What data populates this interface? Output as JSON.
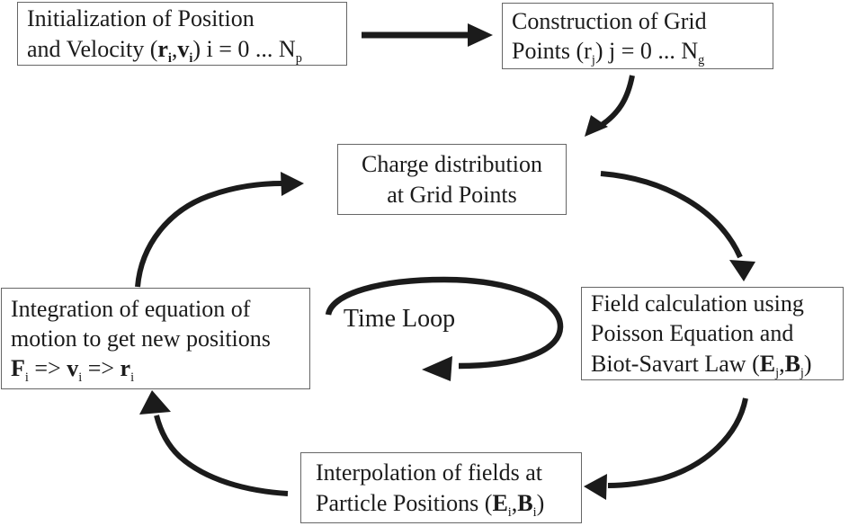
{
  "colors": {
    "background": "#ffffff",
    "text": "#1b1b1b",
    "arrow": "#1b1b1b",
    "box_border": "#666666"
  },
  "center_label": "Time Loop",
  "nodes": {
    "init": {
      "lines": [
        [
          {
            "t": "Initialization of Position"
          }
        ],
        [
          {
            "t": "and Velocity ("
          },
          {
            "t": "r",
            "b": true
          },
          {
            "t": "i",
            "b": true,
            "sub": true
          },
          {
            "t": ","
          },
          {
            "t": "v",
            "b": true
          },
          {
            "t": "i",
            "b": true,
            "sub": true
          },
          {
            "t": ") i = 0 ... N"
          },
          {
            "t": "p",
            "sub": true
          }
        ]
      ]
    },
    "grid": {
      "lines": [
        [
          {
            "t": "Construction of Grid"
          }
        ],
        [
          {
            "t": "Points (r"
          },
          {
            "t": "j",
            "sub": true
          },
          {
            "t": ") j = 0 ... N"
          },
          {
            "t": "g",
            "sub": true
          }
        ]
      ]
    },
    "charge": {
      "lines": [
        [
          {
            "t": "Charge distribution"
          }
        ],
        [
          {
            "t": "at Grid Points"
          }
        ]
      ]
    },
    "field": {
      "lines": [
        [
          {
            "t": "Field calculation using"
          }
        ],
        [
          {
            "t": "Poisson Equation and"
          }
        ],
        [
          {
            "t": "Biot-Savart Law ("
          },
          {
            "t": "E",
            "b": true
          },
          {
            "t": "j",
            "sub": true
          },
          {
            "t": ","
          },
          {
            "t": "B",
            "b": true
          },
          {
            "t": "j",
            "sub": true
          },
          {
            "t": ")"
          }
        ]
      ]
    },
    "integrate": {
      "lines": [
        [
          {
            "t": "Integration of equation of"
          }
        ],
        [
          {
            "t": "motion to get new positions"
          }
        ],
        [
          {
            "t": "F",
            "b": true
          },
          {
            "t": "i",
            "sub": true
          },
          {
            "t": " => "
          },
          {
            "t": "v",
            "b": true
          },
          {
            "t": "i",
            "sub": true
          },
          {
            "t": " => "
          },
          {
            "t": "r",
            "b": true
          },
          {
            "t": "i",
            "sub": true
          }
        ]
      ]
    },
    "interp": {
      "lines": [
        [
          {
            "t": "Interpolation of fields at"
          }
        ],
        [
          {
            "t": "Particle Positions ("
          },
          {
            "t": "E",
            "b": true
          },
          {
            "t": "i",
            "sub": true
          },
          {
            "t": ","
          },
          {
            "t": "B",
            "b": true
          },
          {
            "t": "i",
            "sub": true
          },
          {
            "t": ")"
          }
        ]
      ]
    }
  }
}
